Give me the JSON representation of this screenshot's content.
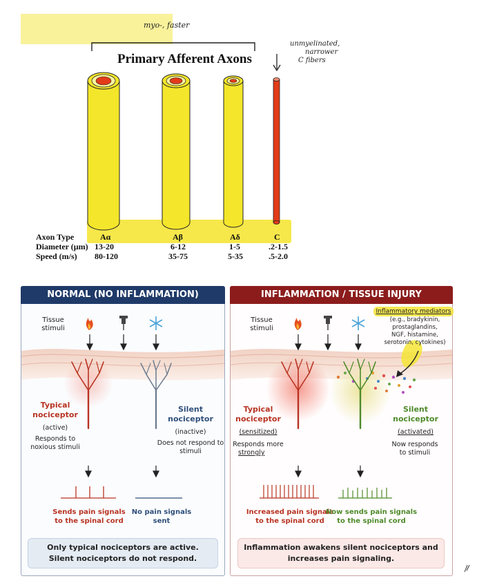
{
  "annotations": {
    "top_note": "myo-, faster",
    "right_note_line1": "unmyelinated,",
    "right_note_line2": "narrower",
    "right_note_line3": "C fibers"
  },
  "axons": {
    "title": "Primary Afferent Axons",
    "row_labels": [
      "Axon Type",
      "Diameter (µm)",
      "Speed (m/s)"
    ],
    "columns": [
      {
        "type": "Aα",
        "diameter": "13-20",
        "speed": "80-120"
      },
      {
        "type": "Aβ",
        "diameter": "6-12",
        "speed": "35-75"
      },
      {
        "type": "Aδ",
        "diameter": "1-5",
        "speed": "5-35"
      },
      {
        "type": "C",
        "diameter": ".2-1.5",
        "speed": ".5-2.0"
      }
    ]
  },
  "normal": {
    "header": "NORMAL (NO INFLAMMATION)",
    "tissue_stimuli": "Tissue\nstimuli",
    "typical_title": "Typical\nnociceptor",
    "typical_state": "(active)",
    "typical_desc": "Responds to\nnoxious stimuli",
    "silent_title": "Silent\nnociceptor",
    "silent_state": "(inactive)",
    "silent_desc": "Does not respond to\nstimuli",
    "left_output": "Sends pain signals\nto the spinal cord",
    "right_output": "No pain signals\nsent",
    "summary": "Only typical nociceptors are active.\nSilent nociceptors do not respond."
  },
  "inflamed": {
    "header": "INFLAMMATION / TISSUE INJURY",
    "tissue_stimuli": "Tissue\nstimuli",
    "mediators_title": "Inflammatory mediators",
    "mediators_desc": "(e.g., bradykinin,\nprostaglandins,\nNGF, histamine,\nserotonin, cytokines)",
    "typical_title": "Typical\nnociceptor",
    "typical_state": "(sensitized)",
    "typical_desc_line1": "Responds more",
    "typical_desc_line2": "strongly",
    "silent_title": "Silent\nnociceptor",
    "silent_state": "(activated)",
    "silent_desc": "Now responds\nto stimuli",
    "left_output": "Increased pain signals\nto the spinal cord",
    "right_output": "Now sends pain signals\nto the spinal cord",
    "summary": "Inflammation awakens silent nociceptors and\nincreases pain signaling."
  },
  "colors": {
    "normal_header": "#1f3a68",
    "inflamed_header": "#8c1c1c",
    "axon_yellow": "#f4e62a",
    "axon_red": "#e23b1a",
    "highlight": "#f7ee6a",
    "typical_red": "#b83322",
    "silent_blue": "#2f4f7a",
    "silent_green": "#4e8a2a"
  }
}
